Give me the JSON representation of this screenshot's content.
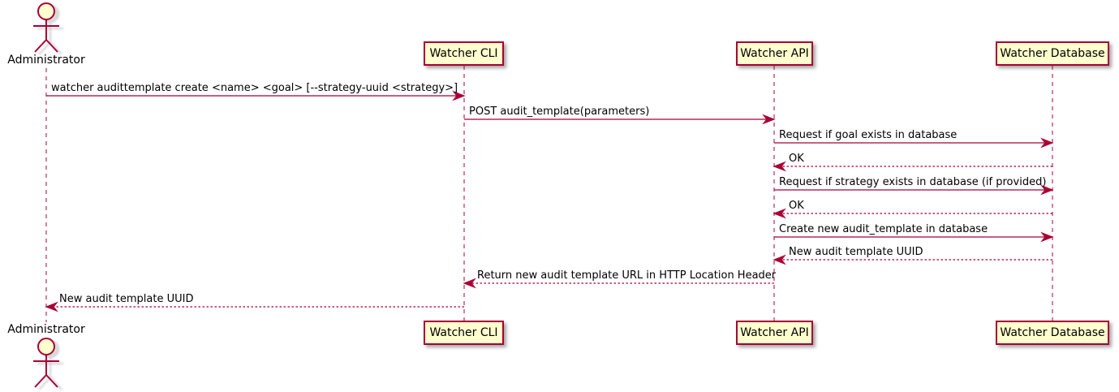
{
  "colors": {
    "accent": "#A80036",
    "participant_fill": "#FEFECE",
    "text": "#000000",
    "background": "#FFFFFF"
  },
  "actor": {
    "label": "Administrator"
  },
  "participants": [
    {
      "id": "watcher-cli",
      "label": "Watcher CLI"
    },
    {
      "id": "watcher-api",
      "label": "Watcher API"
    },
    {
      "id": "watcher-database",
      "label": "Watcher Database"
    }
  ],
  "messages": [
    {
      "from": "Administrator",
      "to": "Watcher CLI",
      "line": "solid",
      "text": "watcher audittemplate create <name> <goal> [--strategy-uuid <strategy>]"
    },
    {
      "from": "Watcher CLI",
      "to": "Watcher API",
      "line": "solid",
      "text": "POST audit_template(parameters)"
    },
    {
      "from": "Watcher API",
      "to": "Watcher Database",
      "line": "solid",
      "text": "Request if goal exists in database"
    },
    {
      "from": "Watcher Database",
      "to": "Watcher API",
      "line": "dashed",
      "text": "OK"
    },
    {
      "from": "Watcher API",
      "to": "Watcher Database",
      "line": "solid",
      "text": "Request if strategy exists in database (if provided)"
    },
    {
      "from": "Watcher Database",
      "to": "Watcher API",
      "line": "dashed",
      "text": "OK"
    },
    {
      "from": "Watcher API",
      "to": "Watcher Database",
      "line": "solid",
      "text": "Create new audit_template in database"
    },
    {
      "from": "Watcher Database",
      "to": "Watcher API",
      "line": "dashed",
      "text": "New audit template UUID"
    },
    {
      "from": "Watcher API",
      "to": "Watcher CLI",
      "line": "dashed",
      "text": "Return new audit template URL in HTTP Location Header"
    },
    {
      "from": "Watcher CLI",
      "to": "Administrator",
      "line": "dashed",
      "text": "New audit template UUID"
    }
  ]
}
